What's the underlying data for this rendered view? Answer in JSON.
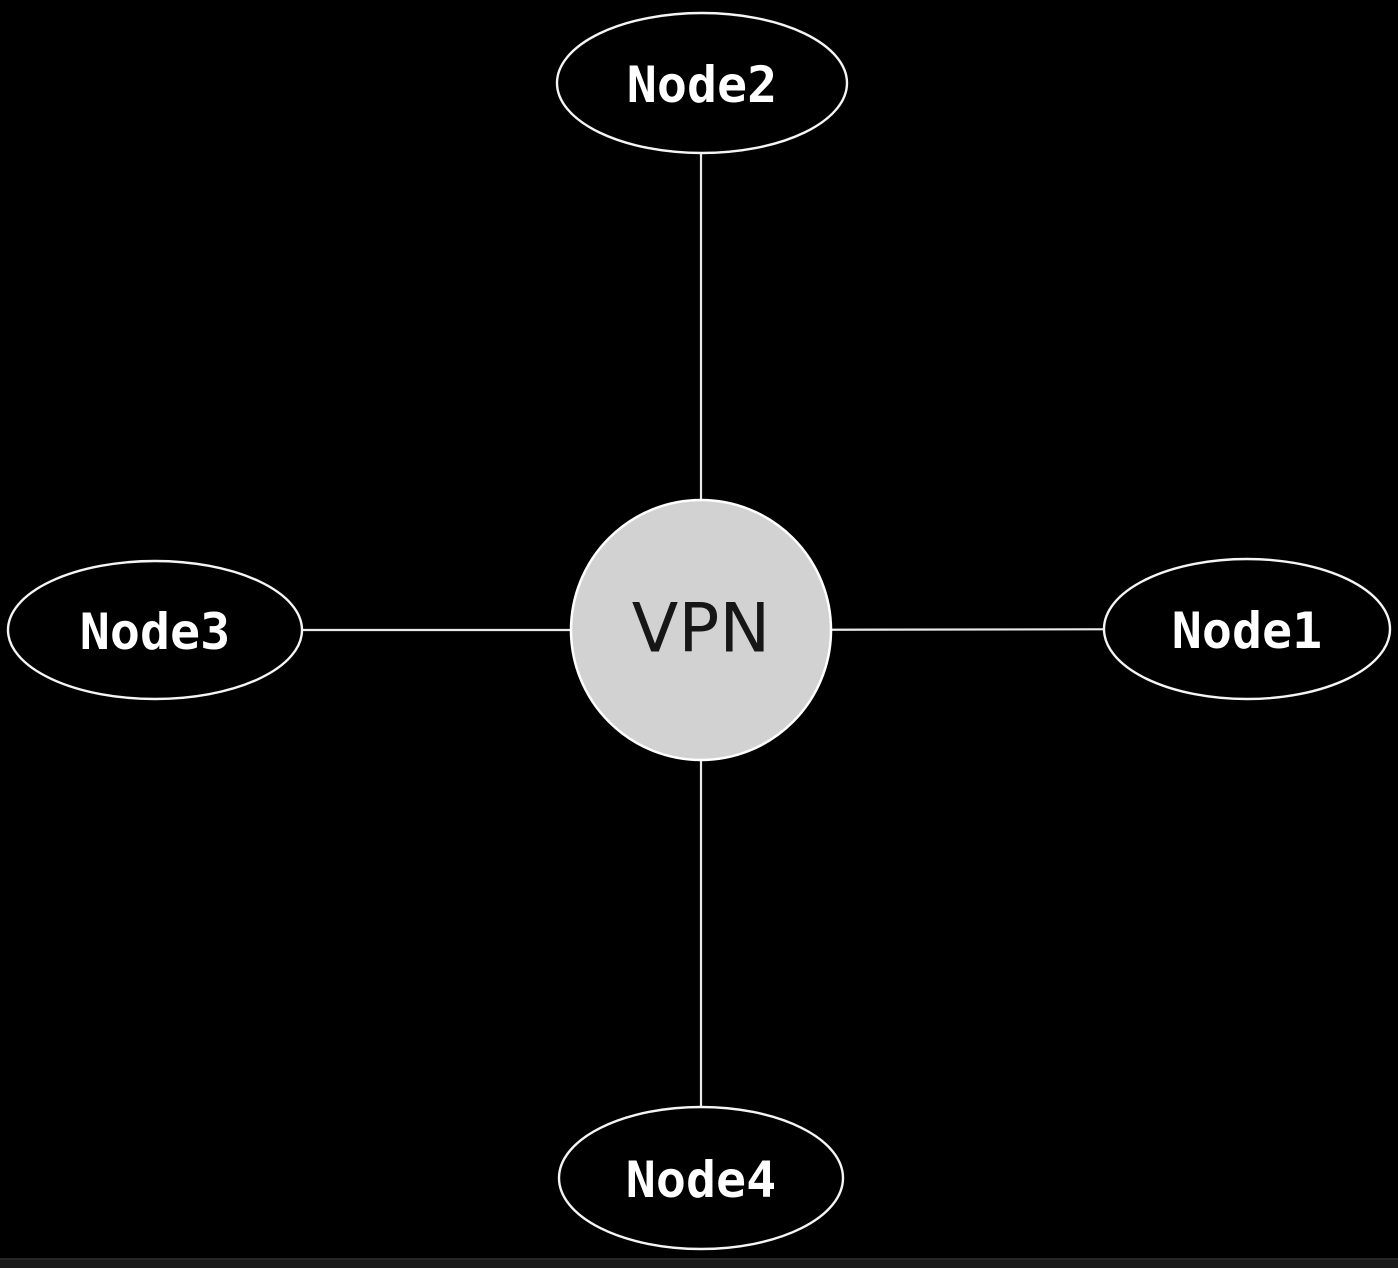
{
  "colors": {
    "background": "#000000",
    "edge": "#e9e9e9",
    "node_fill": "#000000",
    "node_stroke": "#f5f5f5",
    "node_text": "#ffffff",
    "hub_fill": "#d2d2d2",
    "hub_stroke": "#ffffff",
    "hub_text": "#161616",
    "bottom_bar": "#1b1b1b"
  },
  "diagram": {
    "type": "star-network-topology",
    "hub": {
      "label": "VPN"
    },
    "nodes": [
      {
        "label": "Node2",
        "position": "top"
      },
      {
        "label": "Node1",
        "position": "right"
      },
      {
        "label": "Node3",
        "position": "left"
      },
      {
        "label": "Node4",
        "position": "bottom"
      }
    ],
    "edges": [
      {
        "from": "VPN",
        "to": "Node2"
      },
      {
        "from": "VPN",
        "to": "Node1"
      },
      {
        "from": "VPN",
        "to": "Node3"
      },
      {
        "from": "VPN",
        "to": "Node4"
      }
    ]
  }
}
